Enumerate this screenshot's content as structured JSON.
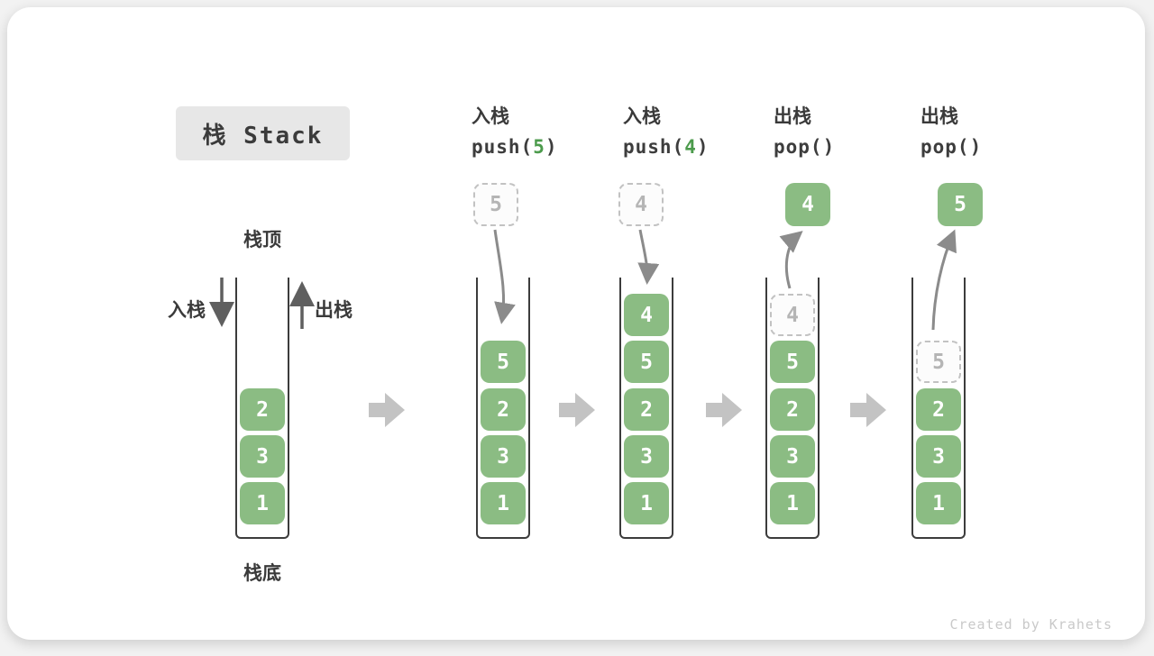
{
  "title": {
    "label": "栈 Stack"
  },
  "legend": {
    "stack_top": "栈顶",
    "stack_bottom": "栈底",
    "push_side": "入栈",
    "pop_side": "出栈"
  },
  "operations": [
    {
      "name": "入栈",
      "code": {
        "prefix": "push(",
        "arg": "5",
        "suffix": ")"
      }
    },
    {
      "name": "入栈",
      "code": {
        "prefix": "push(",
        "arg": "4",
        "suffix": ")"
      }
    },
    {
      "name": "出栈",
      "code": {
        "prefix": "pop(",
        "arg": "",
        "suffix": ")"
      }
    },
    {
      "name": "出栈",
      "code": {
        "prefix": "pop(",
        "arg": "",
        "suffix": ")"
      }
    }
  ],
  "stacks": [
    {
      "cells": [
        {
          "value": "2"
        },
        {
          "value": "3"
        },
        {
          "value": "1"
        }
      ]
    },
    {
      "floating": {
        "value": "5",
        "variant": "dashed"
      },
      "cells": [
        {
          "value": "5"
        },
        {
          "value": "2"
        },
        {
          "value": "3"
        },
        {
          "value": "1"
        }
      ]
    },
    {
      "floating": {
        "value": "4",
        "variant": "dashed"
      },
      "cells": [
        {
          "value": "4"
        },
        {
          "value": "5"
        },
        {
          "value": "2"
        },
        {
          "value": "3"
        },
        {
          "value": "1"
        }
      ]
    },
    {
      "floating": {
        "value": "4",
        "variant": "solid"
      },
      "cells": [
        {
          "value": "4",
          "variant": "dashed"
        },
        {
          "value": "5"
        },
        {
          "value": "2"
        },
        {
          "value": "3"
        },
        {
          "value": "1"
        }
      ]
    },
    {
      "floating": {
        "value": "5",
        "variant": "solid"
      },
      "cells": [
        {
          "value": "5",
          "variant": "dashed"
        },
        {
          "value": "2"
        },
        {
          "value": "3"
        },
        {
          "value": "1"
        }
      ]
    }
  ],
  "colors": {
    "cell_green": "#8BBC83",
    "code_arg_green": "#4C9B4C",
    "step_arrow_gray": "#C3C3C3",
    "motion_arrow_gray": "#8B8B8B",
    "tube_wall_dark": "#3C3C3C",
    "title_chip_bg": "#E7E7E7"
  },
  "watermark": "Created by Krahets"
}
